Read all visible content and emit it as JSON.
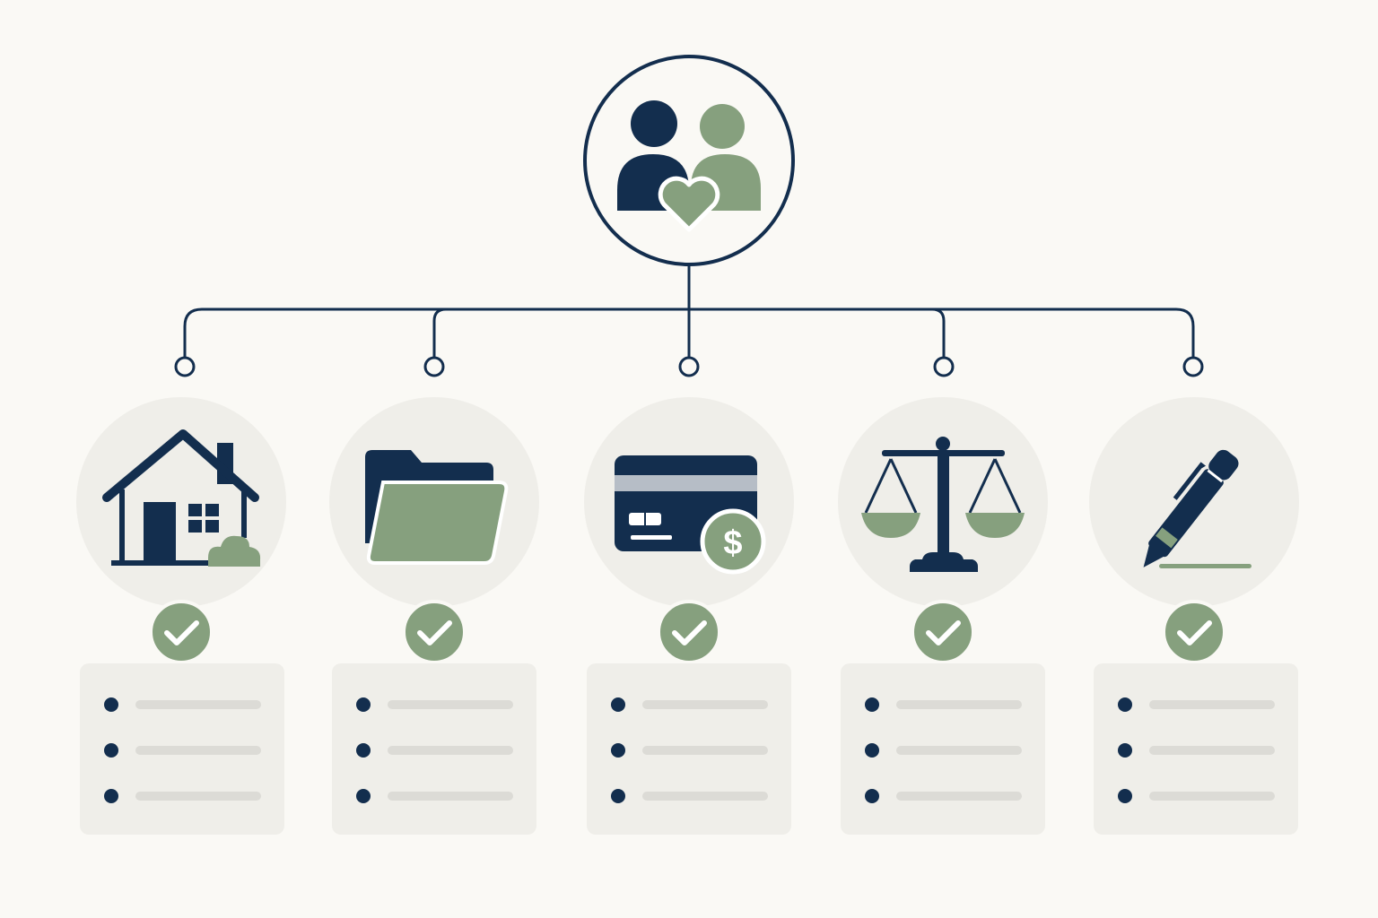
{
  "palette": {
    "background": "#FAF9F5",
    "navy": "#132E4E",
    "sage": "#86A07E",
    "circle_fill": "#EFEEE9",
    "card_fill": "#EFEEE9",
    "placeholder_line": "#DCDBD6",
    "white": "#FFFFFF"
  },
  "root": {
    "icon": "couple-heart-icon"
  },
  "branches": [
    {
      "id": "property",
      "icon": "house-icon",
      "status": "checked",
      "list_items": 3
    },
    {
      "id": "documents",
      "icon": "folder-icon",
      "status": "checked",
      "list_items": 3
    },
    {
      "id": "finances",
      "icon": "credit-card-dollar-icon",
      "status": "checked",
      "list_items": 3
    },
    {
      "id": "legal",
      "icon": "scales-of-justice-icon",
      "status": "checked",
      "list_items": 3
    },
    {
      "id": "agreement",
      "icon": "pen-signature-icon",
      "status": "checked",
      "list_items": 3
    }
  ]
}
